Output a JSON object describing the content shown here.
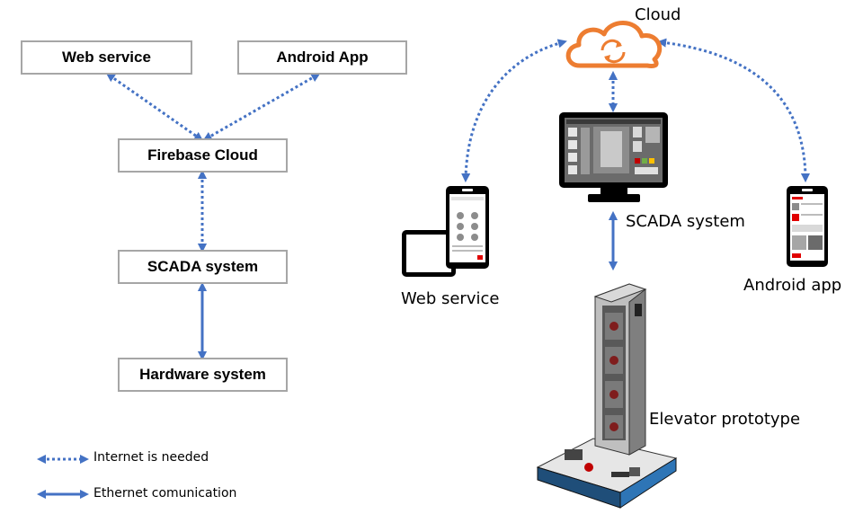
{
  "left_diagram": {
    "web_service": "Web service",
    "android_app": "Android App",
    "firebase_cloud": "Firebase Cloud",
    "scada_system": "SCADA system",
    "hardware_system": "Hardware system"
  },
  "right_diagram": {
    "cloud": "Cloud",
    "scada_system": "SCADA system",
    "web_service": "Web service",
    "android_app": "Android app",
    "elevator_prototype": "Elevator prototype"
  },
  "legend": {
    "internet_needed": "Internet is needed",
    "ethernet": "Ethernet comunication"
  },
  "colors": {
    "arrow": "#4472c4",
    "box_border": "#a6a6a6",
    "cloud": "#ed7d31",
    "device": "#000000"
  },
  "icons": [
    "cloud-icon",
    "monitor-icon",
    "tablet-icon",
    "phone-icon",
    "elevator-prototype-icon"
  ]
}
